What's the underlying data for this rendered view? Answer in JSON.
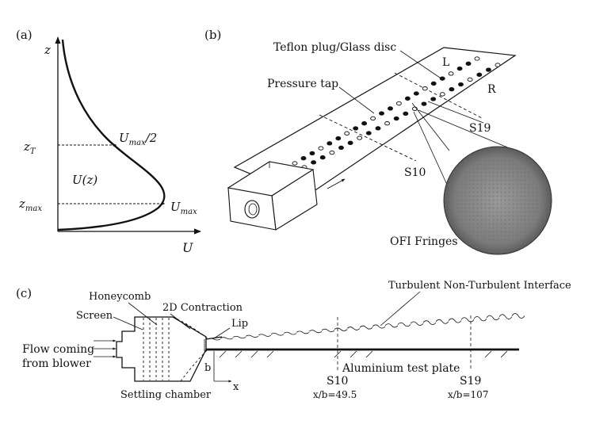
{
  "panel_a": {
    "label": "(a)",
    "y_axis": "z",
    "x_axis": "U",
    "z_t": "z",
    "z_t_sub": "T",
    "z_max": "z",
    "z_max_sub": "max",
    "u_half": "U",
    "u_half_sub": "max",
    "u_half_suffix": "/2",
    "u_max": "U",
    "u_max_sub": "max",
    "profile": "U(z)"
  },
  "panel_b": {
    "label": "(b)",
    "teflon": "Teflon plug/Glass disc",
    "pressure_tap": "Pressure tap",
    "left": "L",
    "right": "R",
    "s19": "S19",
    "s10": "S10",
    "ofi": "OFI Fringes"
  },
  "panel_c": {
    "label": "(c)",
    "tnti": "Turbulent Non-Turbulent Interface",
    "honeycomb": "Honeycomb",
    "screen": "Screen",
    "contraction": "2D Contraction",
    "lip": "Lip",
    "flow_line1": "Flow coming",
    "flow_line2": "from blower",
    "settling": "Settling chamber",
    "b": "b",
    "x": "x",
    "s10": "S10",
    "s10_pos": "x/b=49.5",
    "s19": "S19",
    "s19_pos": "x/b=107",
    "plate": "Aluminium test plate"
  }
}
